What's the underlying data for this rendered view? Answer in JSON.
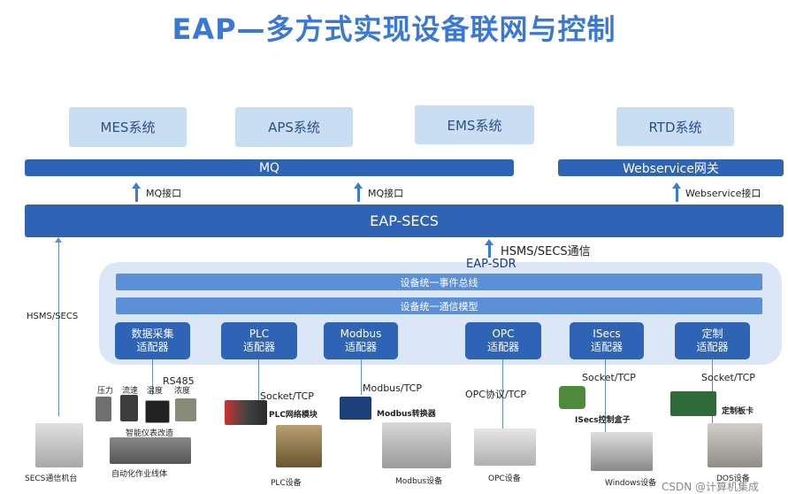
{
  "title": "EAP—多方式实现设备联网与控制",
  "systems": [
    "MES系统",
    "APS系统",
    "EMS系统",
    "RTD系统"
  ],
  "bus": {
    "mq": "MQ",
    "webservice": "Webservice网关",
    "eap_secs": "EAP-SECS",
    "eap_sdr": "EAP-SDR"
  },
  "interfaces": {
    "mq1": "MQ接口",
    "mq2": "MQ接口",
    "ws": "Webservice接口",
    "hsms_secs_comm": "HSMS/SECS通信",
    "hsms_secs": "HSMS/SECS"
  },
  "sdr": {
    "event_bus": "设备统一事件总线",
    "comm_model": "设备统一通信模型"
  },
  "adapters": [
    {
      "line1": "数据采集",
      "line2": "适配器"
    },
    {
      "line1": "PLC",
      "line2": "适配器"
    },
    {
      "line1": "Modbus",
      "line2": "适配器"
    },
    {
      "line1": "OPC",
      "line2": "适配器"
    },
    {
      "line1": "ISecs",
      "line2": "适配器"
    },
    {
      "line1": "定制",
      "line2": "适配器"
    }
  ],
  "protocols": {
    "rs485": "RS485",
    "socket1": "Socket/TCP",
    "modbus_tcp": "Modbus/TCP",
    "opc": "OPC协议/TCP",
    "socket2": "Socket/TCP",
    "socket3": "Socket/TCP"
  },
  "sensors": [
    "压力",
    "流速",
    "温度",
    "浓度"
  ],
  "devices": {
    "instrument": "智能仪表改造",
    "line": "自动化作业线体",
    "secs_machine": "SECS通信机台",
    "plc_module": "PLC网络模块",
    "plc_device": "PLC设备",
    "modbus_conv": "Modbus转换器",
    "modbus_device": "Modbus设备",
    "opc_device": "OPC设备",
    "isecs_box": "ISecs控制盒子",
    "windows_device": "Windows设备",
    "custom_board": "定制板卡",
    "dos_device": "DOS设备"
  },
  "watermark": "CSDN @计算机集成",
  "colors": {
    "accent": "#2e63b6",
    "title": "#3a78d8",
    "panel": "#dbe7f6",
    "system": "#c9def3"
  }
}
